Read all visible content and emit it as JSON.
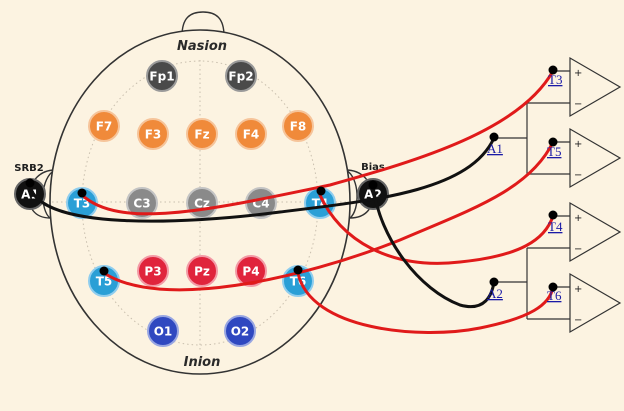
{
  "head": {
    "nasion": "Nasion",
    "inion": "Inion"
  },
  "side_labels": {
    "left": "SRB2",
    "right": "Bias"
  },
  "colors": {
    "background": "#fcf3e1",
    "frontal_pole": "#4a4a4a",
    "frontal": "#f08a3a",
    "central": "#8a8a8a",
    "temporal": "#2a9fd6",
    "parietal": "#e0243c",
    "occipital": "#2f48c0",
    "reference": "#111111",
    "wire_red": "#e01a1a",
    "wire_black": "#111111"
  },
  "electrodes": [
    {
      "id": "Fp1",
      "label": "Fp1",
      "group": "frontal_pole"
    },
    {
      "id": "Fp2",
      "label": "Fp2",
      "group": "frontal_pole"
    },
    {
      "id": "F7",
      "label": "F7",
      "group": "frontal"
    },
    {
      "id": "F3",
      "label": "F3",
      "group": "frontal"
    },
    {
      "id": "Fz",
      "label": "Fz",
      "group": "frontal"
    },
    {
      "id": "F4",
      "label": "F4",
      "group": "frontal"
    },
    {
      "id": "F8",
      "label": "F8",
      "group": "frontal"
    },
    {
      "id": "T3",
      "label": "T3",
      "group": "temporal"
    },
    {
      "id": "C3",
      "label": "C3",
      "group": "central"
    },
    {
      "id": "Cz",
      "label": "Cz",
      "group": "central"
    },
    {
      "id": "C4",
      "label": "C4",
      "group": "central"
    },
    {
      "id": "T4",
      "label": "T4",
      "group": "temporal"
    },
    {
      "id": "T5",
      "label": "T5",
      "group": "temporal"
    },
    {
      "id": "P3",
      "label": "P3",
      "group": "parietal"
    },
    {
      "id": "Pz",
      "label": "Pz",
      "group": "parietal"
    },
    {
      "id": "P4",
      "label": "P4",
      "group": "parietal"
    },
    {
      "id": "T6",
      "label": "T6",
      "group": "temporal"
    },
    {
      "id": "O1",
      "label": "O1",
      "group": "occipital"
    },
    {
      "id": "O2",
      "label": "O2",
      "group": "occipital"
    },
    {
      "id": "A1",
      "label": "A1",
      "group": "reference"
    },
    {
      "id": "A2",
      "label": "A2",
      "group": "reference"
    }
  ],
  "amplifier_inputs": [
    {
      "id": "in_T3",
      "label": "T3"
    },
    {
      "id": "in_A1",
      "label": "A1"
    },
    {
      "id": "in_T5",
      "label": "T5"
    },
    {
      "id": "in_T4",
      "label": "T4"
    },
    {
      "id": "in_A2",
      "label": "A2"
    },
    {
      "id": "in_T6",
      "label": "T6"
    }
  ],
  "amplifiers": [
    {
      "id": "amp1",
      "plus": "+",
      "minus": "−"
    },
    {
      "id": "amp2",
      "plus": "+",
      "minus": "−"
    },
    {
      "id": "amp3",
      "plus": "+",
      "minus": "−"
    },
    {
      "id": "amp4",
      "plus": "+",
      "minus": "−"
    }
  ],
  "wires": [
    {
      "from": "A1",
      "to": "in_A1",
      "color": "wire_black"
    },
    {
      "from": "A2",
      "to": "in_A2",
      "color": "wire_black"
    },
    {
      "from": "T3",
      "to": "in_T3",
      "color": "wire_red"
    },
    {
      "from": "T5",
      "to": "in_T5",
      "color": "wire_red"
    },
    {
      "from": "T4",
      "to": "in_T4",
      "color": "wire_red"
    },
    {
      "from": "T6",
      "to": "in_T6",
      "color": "wire_red"
    }
  ]
}
